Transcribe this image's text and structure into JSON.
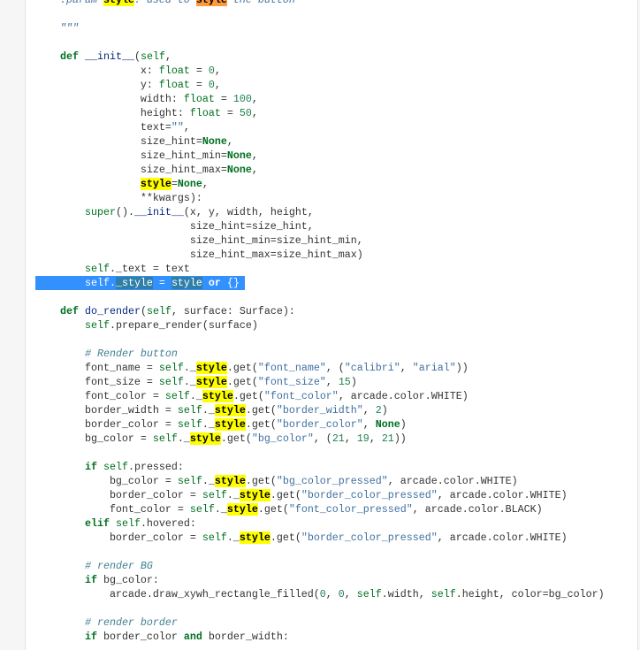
{
  "code_lines": [
    {
      "t": [
        [
          "o",
          "    "
        ],
        [
          "d",
          ":param "
        ],
        [
          "hl",
          "style"
        ],
        [
          "d",
          ": used to "
        ],
        [
          "ho",
          "style"
        ],
        [
          "d",
          " the button"
        ]
      ]
    },
    {
      "t": []
    },
    {
      "t": [
        [
          "o",
          "    "
        ],
        [
          "d",
          "\"\"\""
        ]
      ]
    },
    {
      "t": []
    },
    {
      "t": [
        [
          "o",
          "    "
        ],
        [
          "k",
          "def"
        ],
        [
          "o",
          " "
        ],
        [
          "f",
          "__init__"
        ],
        [
          "o",
          "("
        ],
        [
          "sf",
          "self"
        ],
        [
          "o",
          ","
        ]
      ]
    },
    {
      "t": [
        [
          "o",
          "                 x: "
        ],
        [
          "bi",
          "float"
        ],
        [
          "o",
          " = "
        ],
        [
          "n",
          "0"
        ],
        [
          "o",
          ","
        ]
      ]
    },
    {
      "t": [
        [
          "o",
          "                 y: "
        ],
        [
          "bi",
          "float"
        ],
        [
          "o",
          " = "
        ],
        [
          "n",
          "0"
        ],
        [
          "o",
          ","
        ]
      ]
    },
    {
      "t": [
        [
          "o",
          "                 width: "
        ],
        [
          "bi",
          "float"
        ],
        [
          "o",
          " = "
        ],
        [
          "n",
          "100"
        ],
        [
          "o",
          ","
        ]
      ]
    },
    {
      "t": [
        [
          "o",
          "                 height: "
        ],
        [
          "bi",
          "float"
        ],
        [
          "o",
          " = "
        ],
        [
          "n",
          "50"
        ],
        [
          "o",
          ","
        ]
      ]
    },
    {
      "t": [
        [
          "o",
          "                 text="
        ],
        [
          "s",
          "\"\""
        ],
        [
          "o",
          ","
        ]
      ]
    },
    {
      "t": [
        [
          "o",
          "                 size_hint="
        ],
        [
          "k",
          "None"
        ],
        [
          "o",
          ","
        ]
      ]
    },
    {
      "t": [
        [
          "o",
          "                 size_hint_min="
        ],
        [
          "k",
          "None"
        ],
        [
          "o",
          ","
        ]
      ]
    },
    {
      "t": [
        [
          "o",
          "                 size_hint_max="
        ],
        [
          "k",
          "None"
        ],
        [
          "o",
          ","
        ]
      ]
    },
    {
      "t": [
        [
          "o",
          "                 "
        ],
        [
          "hl",
          "style"
        ],
        [
          "o",
          "="
        ],
        [
          "k",
          "None"
        ],
        [
          "o",
          ","
        ]
      ]
    },
    {
      "t": [
        [
          "o",
          "                 **kwargs):"
        ]
      ]
    },
    {
      "t": [
        [
          "o",
          "        "
        ],
        [
          "bi",
          "super"
        ],
        [
          "o",
          "()."
        ],
        [
          "f",
          "__init__"
        ],
        [
          "o",
          "(x, y, width, height,"
        ]
      ]
    },
    {
      "t": [
        [
          "o",
          "                         size_hint=size_hint,"
        ]
      ]
    },
    {
      "t": [
        [
          "o",
          "                         size_hint_min=size_hint_min,"
        ]
      ]
    },
    {
      "t": [
        [
          "o",
          "                         size_hint_max=size_hint_max)"
        ]
      ]
    },
    {
      "t": [
        [
          "o",
          "        "
        ],
        [
          "sf",
          "self"
        ],
        [
          "o",
          "._text = text"
        ]
      ]
    },
    {
      "sel": true,
      "t": [
        [
          "o",
          "        "
        ],
        [
          "sf",
          "self"
        ],
        [
          "o",
          "."
        ],
        [
          "hl",
          "_style"
        ],
        [
          "o",
          " = "
        ],
        [
          "hl",
          "style"
        ],
        [
          "o",
          " "
        ],
        [
          "k",
          "or"
        ],
        [
          "o",
          " {}"
        ]
      ]
    },
    {
      "t": []
    },
    {
      "t": [
        [
          "o",
          "    "
        ],
        [
          "k",
          "def"
        ],
        [
          "o",
          " "
        ],
        [
          "f",
          "do_render"
        ],
        [
          "o",
          "("
        ],
        [
          "sf",
          "self"
        ],
        [
          "o",
          ", surface: Surface):"
        ]
      ]
    },
    {
      "t": [
        [
          "o",
          "        "
        ],
        [
          "sf",
          "self"
        ],
        [
          "o",
          ".prepare_render(surface)"
        ]
      ]
    },
    {
      "t": []
    },
    {
      "t": [
        [
          "o",
          "        "
        ],
        [
          "c",
          "# Render button"
        ]
      ]
    },
    {
      "t": [
        [
          "o",
          "        font_name = "
        ],
        [
          "sf",
          "self"
        ],
        [
          "o",
          "._"
        ],
        [
          "hl",
          "style"
        ],
        [
          "o",
          ".get("
        ],
        [
          "s",
          "\"font_name\""
        ],
        [
          "o",
          ", ("
        ],
        [
          "s",
          "\"calibri\""
        ],
        [
          "o",
          ", "
        ],
        [
          "s",
          "\"arial\""
        ],
        [
          "o",
          "))"
        ]
      ]
    },
    {
      "t": [
        [
          "o",
          "        font_size = "
        ],
        [
          "sf",
          "self"
        ],
        [
          "o",
          "._"
        ],
        [
          "hl",
          "style"
        ],
        [
          "o",
          ".get("
        ],
        [
          "s",
          "\"font_size\""
        ],
        [
          "o",
          ", "
        ],
        [
          "n",
          "15"
        ],
        [
          "o",
          ")"
        ]
      ]
    },
    {
      "t": [
        [
          "o",
          "        font_color = "
        ],
        [
          "sf",
          "self"
        ],
        [
          "o",
          "._"
        ],
        [
          "hl",
          "style"
        ],
        [
          "o",
          ".get("
        ],
        [
          "s",
          "\"font_color\""
        ],
        [
          "o",
          ", arcade.color.WHITE)"
        ]
      ]
    },
    {
      "t": [
        [
          "o",
          "        border_width = "
        ],
        [
          "sf",
          "self"
        ],
        [
          "o",
          "._"
        ],
        [
          "hl",
          "style"
        ],
        [
          "o",
          ".get("
        ],
        [
          "s",
          "\"border_width\""
        ],
        [
          "o",
          ", "
        ],
        [
          "n",
          "2"
        ],
        [
          "o",
          ")"
        ]
      ]
    },
    {
      "t": [
        [
          "o",
          "        border_color = "
        ],
        [
          "sf",
          "self"
        ],
        [
          "o",
          "._"
        ],
        [
          "hl",
          "style"
        ],
        [
          "o",
          ".get("
        ],
        [
          "s",
          "\"border_color\""
        ],
        [
          "o",
          ", "
        ],
        [
          "k",
          "None"
        ],
        [
          "o",
          ")"
        ]
      ]
    },
    {
      "t": [
        [
          "o",
          "        bg_color = "
        ],
        [
          "sf",
          "self"
        ],
        [
          "o",
          "._"
        ],
        [
          "hl",
          "style"
        ],
        [
          "o",
          ".get("
        ],
        [
          "s",
          "\"bg_color\""
        ],
        [
          "o",
          ", ("
        ],
        [
          "n",
          "21"
        ],
        [
          "o",
          ", "
        ],
        [
          "n",
          "19"
        ],
        [
          "o",
          ", "
        ],
        [
          "n",
          "21"
        ],
        [
          "o",
          "))"
        ]
      ]
    },
    {
      "t": []
    },
    {
      "t": [
        [
          "o",
          "        "
        ],
        [
          "k",
          "if"
        ],
        [
          "o",
          " "
        ],
        [
          "sf",
          "self"
        ],
        [
          "o",
          ".pressed:"
        ]
      ]
    },
    {
      "t": [
        [
          "o",
          "            bg_color = "
        ],
        [
          "sf",
          "self"
        ],
        [
          "o",
          "._"
        ],
        [
          "hl",
          "style"
        ],
        [
          "o",
          ".get("
        ],
        [
          "s",
          "\"bg_color_pressed\""
        ],
        [
          "o",
          ", arcade.color.WHITE)"
        ]
      ]
    },
    {
      "t": [
        [
          "o",
          "            border_color = "
        ],
        [
          "sf",
          "self"
        ],
        [
          "o",
          "._"
        ],
        [
          "hl",
          "style"
        ],
        [
          "o",
          ".get("
        ],
        [
          "s",
          "\"border_color_pressed\""
        ],
        [
          "o",
          ", arcade.color.WHITE)"
        ]
      ]
    },
    {
      "t": [
        [
          "o",
          "            font_color = "
        ],
        [
          "sf",
          "self"
        ],
        [
          "o",
          "._"
        ],
        [
          "hl",
          "style"
        ],
        [
          "o",
          ".get("
        ],
        [
          "s",
          "\"font_color_pressed\""
        ],
        [
          "o",
          ", arcade.color.BLACK)"
        ]
      ]
    },
    {
      "t": [
        [
          "o",
          "        "
        ],
        [
          "k",
          "elif"
        ],
        [
          "o",
          " "
        ],
        [
          "sf",
          "self"
        ],
        [
          "o",
          ".hovered:"
        ]
      ]
    },
    {
      "t": [
        [
          "o",
          "            border_color = "
        ],
        [
          "sf",
          "self"
        ],
        [
          "o",
          "._"
        ],
        [
          "hl",
          "style"
        ],
        [
          "o",
          ".get("
        ],
        [
          "s",
          "\"border_color_pressed\""
        ],
        [
          "o",
          ", arcade.color.WHITE)"
        ]
      ]
    },
    {
      "t": []
    },
    {
      "t": [
        [
          "o",
          "        "
        ],
        [
          "c",
          "# render BG"
        ]
      ]
    },
    {
      "t": [
        [
          "o",
          "        "
        ],
        [
          "k",
          "if"
        ],
        [
          "o",
          " bg_color:"
        ]
      ]
    },
    {
      "t": [
        [
          "o",
          "            arcade.draw_xywh_rectangle_filled("
        ],
        [
          "n",
          "0"
        ],
        [
          "o",
          ", "
        ],
        [
          "n",
          "0"
        ],
        [
          "o",
          ", "
        ],
        [
          "sf",
          "self"
        ],
        [
          "o",
          ".width, "
        ],
        [
          "sf",
          "self"
        ],
        [
          "o",
          ".height, color=bg_color)"
        ]
      ]
    },
    {
      "t": []
    },
    {
      "t": [
        [
          "o",
          "        "
        ],
        [
          "c",
          "# render border"
        ]
      ]
    },
    {
      "t": [
        [
          "o",
          "        "
        ],
        [
          "k",
          "if"
        ],
        [
          "o",
          " border_color "
        ],
        [
          "k",
          "and"
        ],
        [
          "o",
          " border_width:"
        ]
      ]
    }
  ],
  "colors": {
    "selection": "#3390ff",
    "search_highlight": "#ffff00",
    "current_match": "#ff9a3c",
    "keyword": "#007020",
    "string": "#4070a0",
    "number": "#208050",
    "comment": "#408090"
  }
}
